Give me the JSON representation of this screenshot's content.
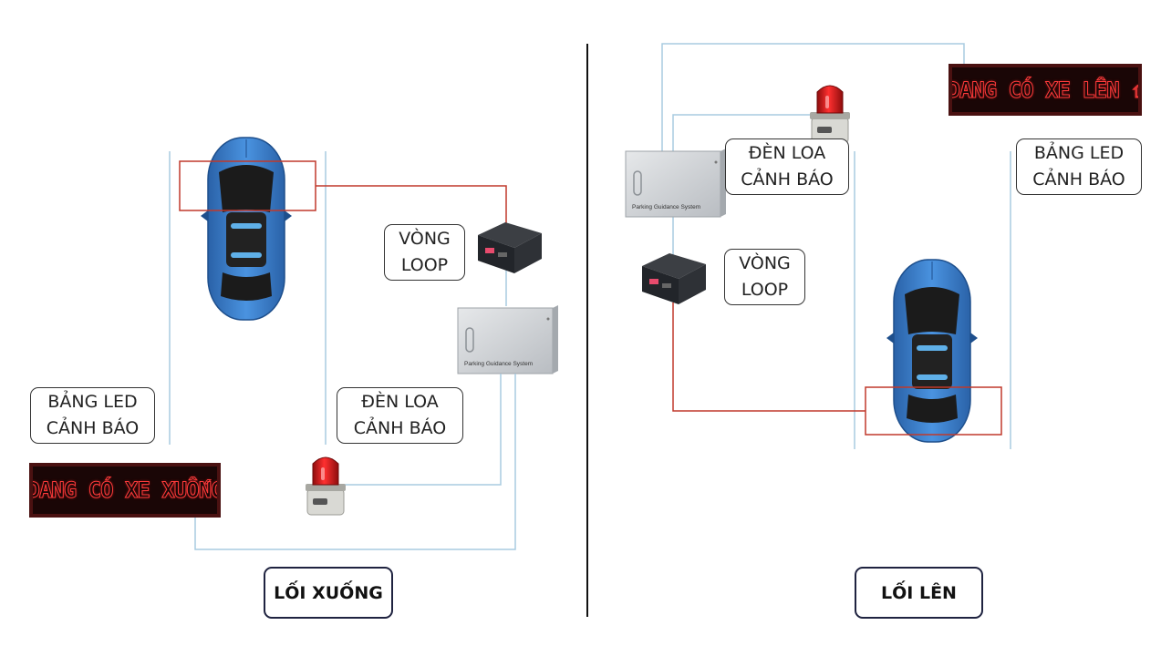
{
  "left": {
    "title": "LỐI XUỐNG",
    "led_board_text": "DANG CÓ XE XUỐNG",
    "led_label": [
      "BẢNG LED",
      "CẢNH BÁO"
    ],
    "siren_label": [
      "ĐÈN LOA",
      "CẢNH BÁO"
    ],
    "loop_label": [
      "VÒNG",
      "LOOP"
    ],
    "controller_text": "Parking Guidance System"
  },
  "right": {
    "title": "LỐI LÊN",
    "led_board_text": "DANG CÓ XE LÊN ⇧",
    "led_label": [
      "BẢNG LED",
      "CẢNH BÁO"
    ],
    "siren_label": [
      "ĐÈN LOA",
      "CẢNH BÁO"
    ],
    "loop_label": [
      "VÒNG",
      "LOOP"
    ],
    "controller_text": "Parking Guidance System"
  },
  "colors": {
    "car_body": "#3a7fd0",
    "wire_signal": "#c0392b",
    "wire_power": "#9cc3da",
    "led_text": "#ff3b3b",
    "divider": "#111111"
  },
  "icons": [
    "car-icon",
    "siren-icon",
    "loop-detector-icon",
    "controller-cabinet-icon"
  ]
}
